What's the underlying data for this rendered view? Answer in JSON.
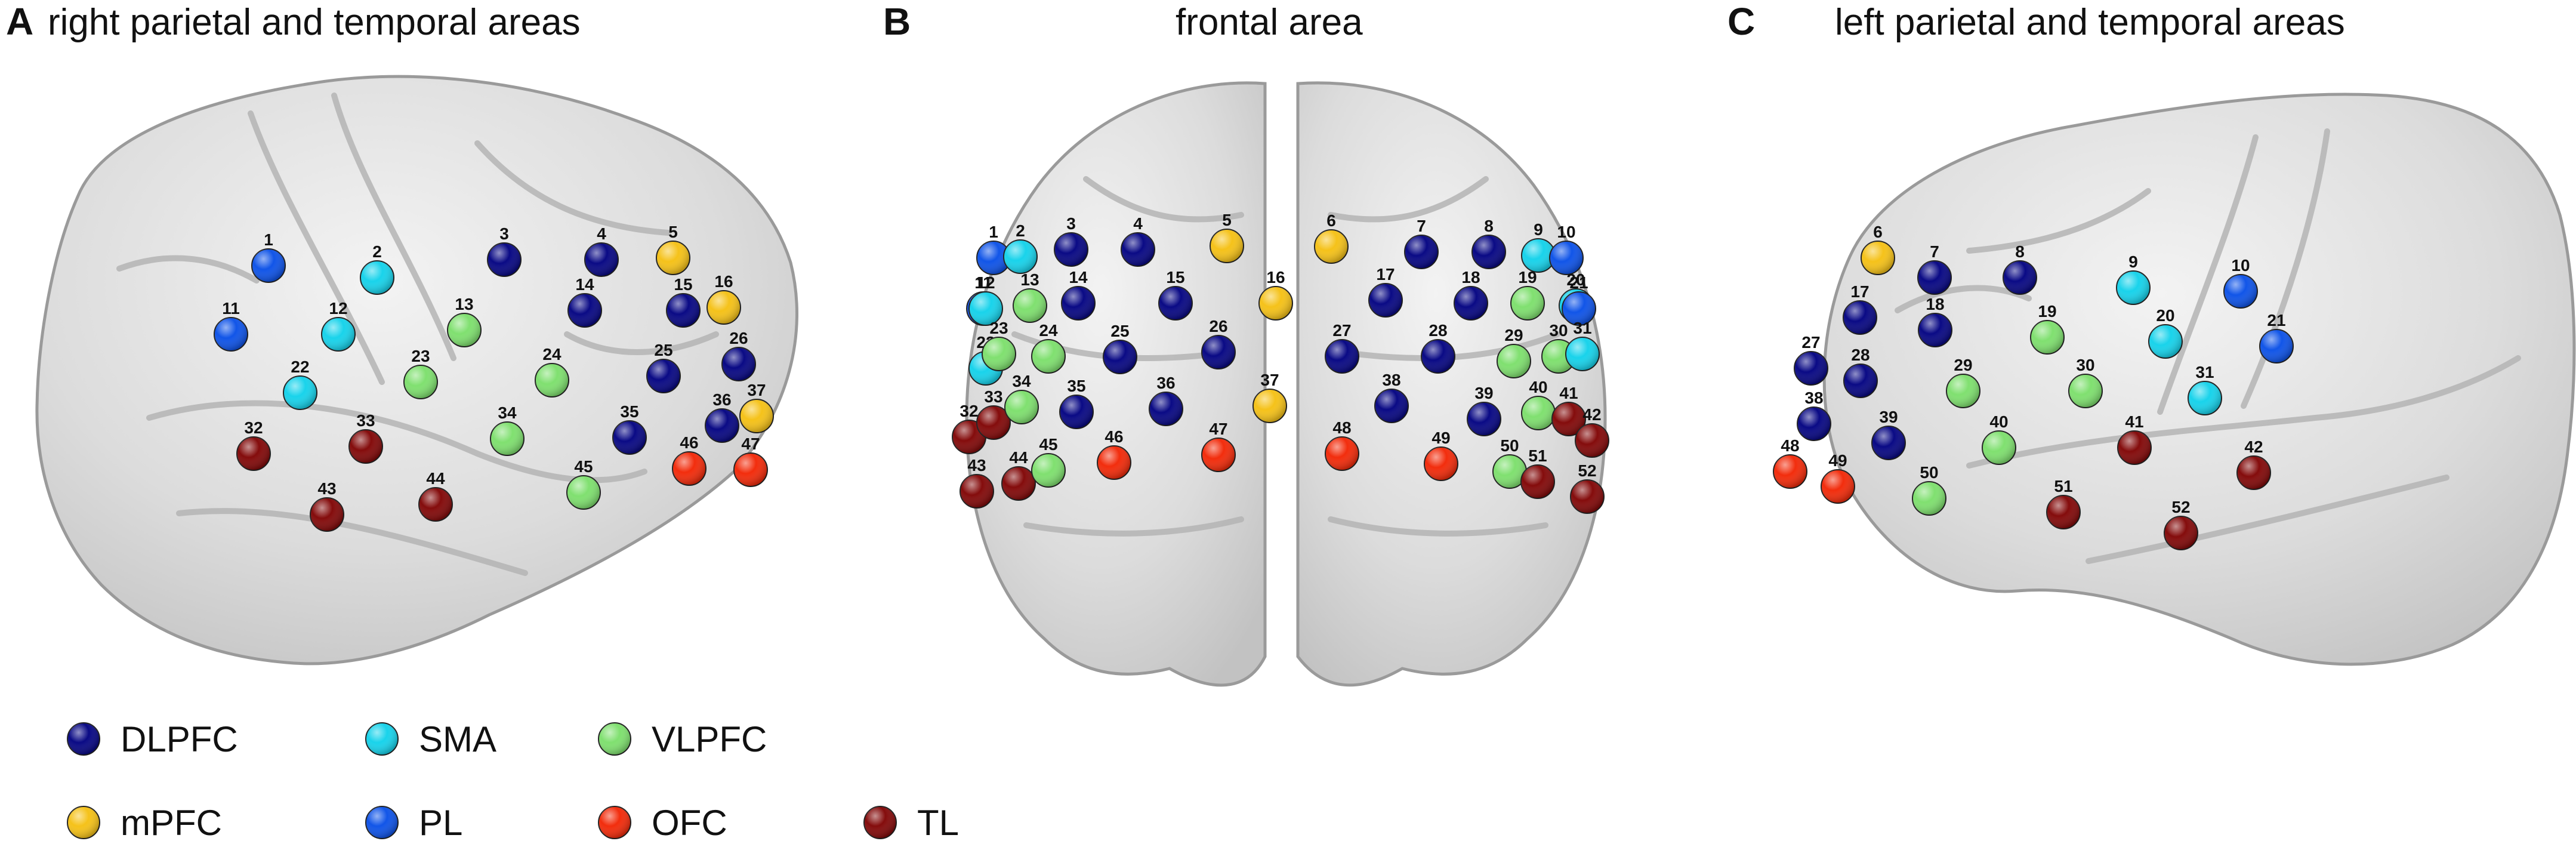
{
  "panels": [
    {
      "letter": "A",
      "title": "right parietal and temporal areas"
    },
    {
      "letter": "B",
      "title": "frontal area"
    },
    {
      "letter": "C",
      "title": "left parietal and temporal areas"
    }
  ],
  "regions": [
    {
      "key": "DLPFC",
      "label": "DLPFC",
      "color": "#0a0a85"
    },
    {
      "key": "SMA",
      "label": "SMA",
      "color": "#19d3eb"
    },
    {
      "key": "VLPFC",
      "label": "VLPFC",
      "color": "#80e070"
    },
    {
      "key": "mPFC",
      "label": "mPFC",
      "color": "#f5c21a"
    },
    {
      "key": "PL",
      "label": "PL",
      "color": "#1155e8"
    },
    {
      "key": "OFC",
      "label": "OFC",
      "color": "#f22d0d"
    },
    {
      "key": "TL",
      "label": "TL",
      "color": "#840c0c"
    }
  ],
  "channels": {
    "A": [
      {
        "n": "1",
        "r": "PL"
      },
      {
        "n": "2",
        "r": "SMA"
      },
      {
        "n": "3",
        "r": "DLPFC"
      },
      {
        "n": "4",
        "r": "DLPFC"
      },
      {
        "n": "5",
        "r": "mPFC"
      },
      {
        "n": "11",
        "r": "PL"
      },
      {
        "n": "12",
        "r": "SMA"
      },
      {
        "n": "13",
        "r": "VLPFC"
      },
      {
        "n": "14",
        "r": "DLPFC"
      },
      {
        "n": "15",
        "r": "DLPFC"
      },
      {
        "n": "16",
        "r": "mPFC"
      },
      {
        "n": "22",
        "r": "SMA"
      },
      {
        "n": "23",
        "r": "VLPFC"
      },
      {
        "n": "24",
        "r": "VLPFC"
      },
      {
        "n": "25",
        "r": "DLPFC"
      },
      {
        "n": "26",
        "r": "DLPFC"
      },
      {
        "n": "32",
        "r": "TL"
      },
      {
        "n": "33",
        "r": "TL"
      },
      {
        "n": "34",
        "r": "VLPFC"
      },
      {
        "n": "35",
        "r": "DLPFC"
      },
      {
        "n": "36",
        "r": "DLPFC"
      },
      {
        "n": "37",
        "r": "mPFC"
      },
      {
        "n": "43",
        "r": "TL"
      },
      {
        "n": "44",
        "r": "TL"
      },
      {
        "n": "45",
        "r": "VLPFC"
      },
      {
        "n": "46",
        "r": "OFC"
      },
      {
        "n": "47",
        "r": "OFC"
      }
    ],
    "B": [
      {
        "n": "1",
        "r": "PL"
      },
      {
        "n": "2",
        "r": "SMA"
      },
      {
        "n": "3",
        "r": "DLPFC"
      },
      {
        "n": "4",
        "r": "DLPFC"
      },
      {
        "n": "5",
        "r": "mPFC"
      },
      {
        "n": "6",
        "r": "mPFC"
      },
      {
        "n": "7",
        "r": "DLPFC"
      },
      {
        "n": "8",
        "r": "DLPFC"
      },
      {
        "n": "9",
        "r": "SMA"
      },
      {
        "n": "10",
        "r": "PL"
      },
      {
        "n": "11",
        "r": "PL"
      },
      {
        "n": "12",
        "r": "SMA"
      },
      {
        "n": "13",
        "r": "VLPFC"
      },
      {
        "n": "14",
        "r": "DLPFC"
      },
      {
        "n": "15",
        "r": "DLPFC"
      },
      {
        "n": "16",
        "r": "mPFC"
      },
      {
        "n": "17",
        "r": "DLPFC"
      },
      {
        "n": "18",
        "r": "DLPFC"
      },
      {
        "n": "19",
        "r": "VLPFC"
      },
      {
        "n": "20",
        "r": "SMA"
      },
      {
        "n": "21",
        "r": "PL"
      },
      {
        "n": "22",
        "r": "SMA"
      },
      {
        "n": "23",
        "r": "VLPFC"
      },
      {
        "n": "24",
        "r": "VLPFC"
      },
      {
        "n": "25",
        "r": "DLPFC"
      },
      {
        "n": "26",
        "r": "DLPFC"
      },
      {
        "n": "27",
        "r": "DLPFC"
      },
      {
        "n": "28",
        "r": "DLPFC"
      },
      {
        "n": "29",
        "r": "VLPFC"
      },
      {
        "n": "30",
        "r": "VLPFC"
      },
      {
        "n": "31",
        "r": "SMA"
      },
      {
        "n": "32",
        "r": "TL"
      },
      {
        "n": "33",
        "r": "TL"
      },
      {
        "n": "34",
        "r": "VLPFC"
      },
      {
        "n": "35",
        "r": "DLPFC"
      },
      {
        "n": "36",
        "r": "DLPFC"
      },
      {
        "n": "37",
        "r": "mPFC"
      },
      {
        "n": "38",
        "r": "DLPFC"
      },
      {
        "n": "39",
        "r": "DLPFC"
      },
      {
        "n": "40",
        "r": "VLPFC"
      },
      {
        "n": "41",
        "r": "TL"
      },
      {
        "n": "42",
        "r": "TL"
      },
      {
        "n": "43",
        "r": "TL"
      },
      {
        "n": "44",
        "r": "TL"
      },
      {
        "n": "45",
        "r": "VLPFC"
      },
      {
        "n": "46",
        "r": "OFC"
      },
      {
        "n": "47",
        "r": "OFC"
      },
      {
        "n": "48",
        "r": "OFC"
      },
      {
        "n": "49",
        "r": "OFC"
      },
      {
        "n": "50",
        "r": "VLPFC"
      },
      {
        "n": "51",
        "r": "TL"
      },
      {
        "n": "52",
        "r": "TL"
      }
    ],
    "C": [
      {
        "n": "6",
        "r": "mPFC"
      },
      {
        "n": "7",
        "r": "DLPFC"
      },
      {
        "n": "8",
        "r": "DLPFC"
      },
      {
        "n": "9",
        "r": "SMA"
      },
      {
        "n": "10",
        "r": "PL"
      },
      {
        "n": "17",
        "r": "DLPFC"
      },
      {
        "n": "18",
        "r": "DLPFC"
      },
      {
        "n": "19",
        "r": "VLPFC"
      },
      {
        "n": "20",
        "r": "SMA"
      },
      {
        "n": "21",
        "r": "PL"
      },
      {
        "n": "27",
        "r": "DLPFC"
      },
      {
        "n": "28",
        "r": "DLPFC"
      },
      {
        "n": "29",
        "r": "VLPFC"
      },
      {
        "n": "30",
        "r": "VLPFC"
      },
      {
        "n": "31",
        "r": "SMA"
      },
      {
        "n": "38",
        "r": "DLPFC"
      },
      {
        "n": "39",
        "r": "DLPFC"
      },
      {
        "n": "40",
        "r": "VLPFC"
      },
      {
        "n": "41",
        "r": "TL"
      },
      {
        "n": "42",
        "r": "TL"
      },
      {
        "n": "48",
        "r": "OFC"
      },
      {
        "n": "49",
        "r": "OFC"
      },
      {
        "n": "50",
        "r": "VLPFC"
      },
      {
        "n": "51",
        "r": "TL"
      },
      {
        "n": "52",
        "r": "TL"
      }
    ]
  }
}
